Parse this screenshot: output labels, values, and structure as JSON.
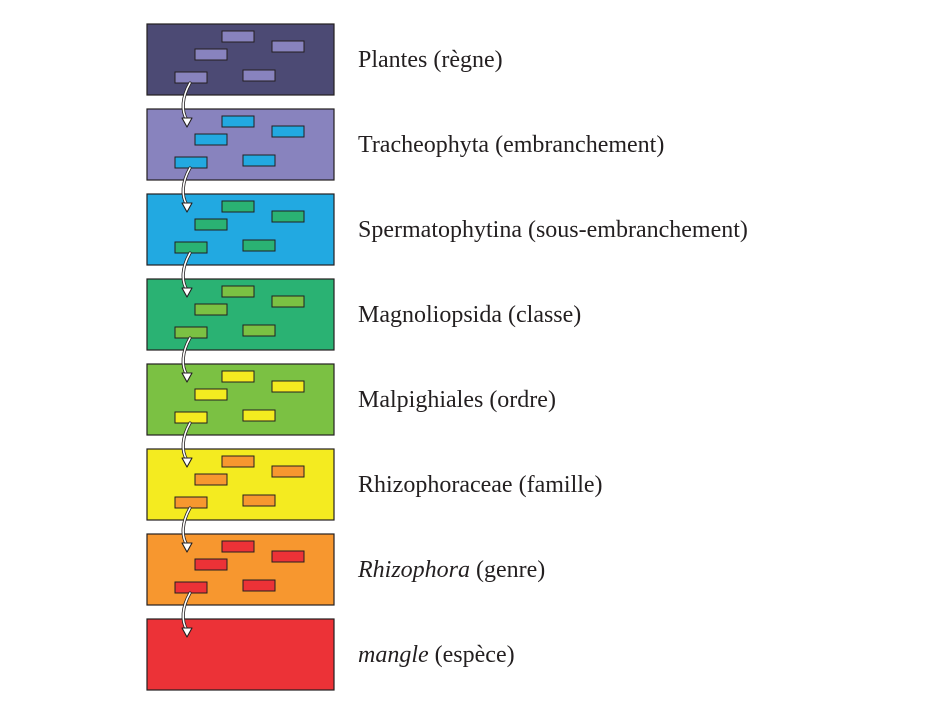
{
  "levels": [
    {
      "name": "Plantes",
      "rank": "(règne)",
      "italic": false,
      "color": "#4c4a74",
      "inner_color": "#8883be"
    },
    {
      "name": "Tracheophyta",
      "rank": "(embranchement)",
      "italic": false,
      "color": "#8883be",
      "inner_color": "#22a9e1"
    },
    {
      "name": "Spermatophytina",
      "rank": "(sous-embranchement)",
      "italic": false,
      "color": "#22a9e1",
      "inner_color": "#2ab273"
    },
    {
      "name": "Magnoliopsida",
      "rank": "(classe)",
      "italic": false,
      "color": "#2ab273",
      "inner_color": "#7bc143"
    },
    {
      "name": "Malpighiales",
      "rank": "(ordre)",
      "italic": false,
      "color": "#7bc143",
      "inner_color": "#f4eb20"
    },
    {
      "name": "Rhizophoraceae",
      "rank": "(famille)",
      "italic": false,
      "color": "#f4eb20",
      "inner_color": "#f7972f"
    },
    {
      "name": "Rhizophora",
      "rank": "(genre)",
      "italic": true,
      "color": "#f7972f",
      "inner_color": "#ec3237"
    },
    {
      "name": "mangle",
      "rank": "(espèce)",
      "italic": true,
      "color": "#ec3237",
      "inner_color": null
    }
  ],
  "colors": {
    "outline": "#231f20",
    "arrow_fill": "#ffffff"
  }
}
